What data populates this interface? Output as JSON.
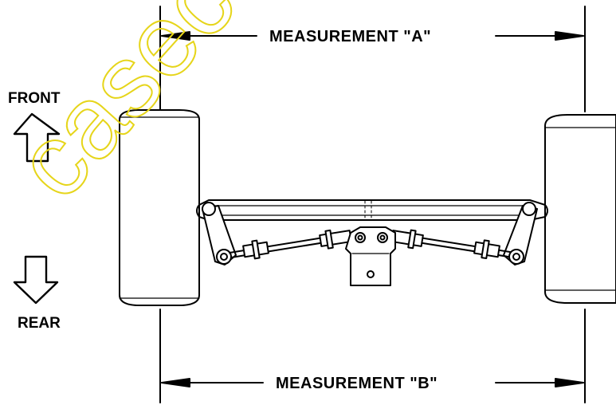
{
  "labels": {
    "measurement_a": "MEASUREMENT \"A\"",
    "measurement_b": "MEASUREMENT \"B\"",
    "front": "FRONT",
    "rear": "REAR"
  },
  "watermark": {
    "text": "casecor",
    "color": "#e6d51a"
  },
  "colors": {
    "ink": "#000000",
    "paper": "#ffffff"
  }
}
